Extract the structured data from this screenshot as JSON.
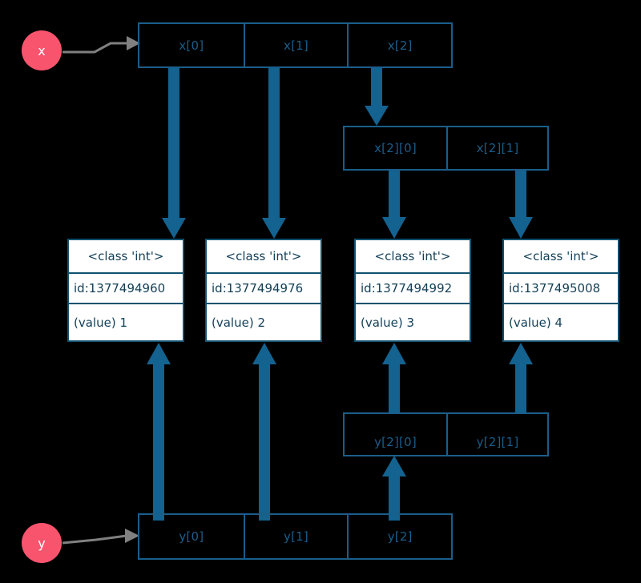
{
  "diagram": {
    "title": "python-object-reference-diagram",
    "colors": {
      "background": "#000000",
      "box_border": "#1a5e8a",
      "int_border": "#12526f",
      "int_fill": "#ffffff",
      "arrow_blue": "#14628f",
      "ref_node": "#f9546e",
      "ref_label": "#ffffff",
      "ref_arrow_gray": "#808080",
      "text_blue": "#1a5e8a"
    },
    "refs": [
      {
        "name": "ref-node-x",
        "label": "x"
      },
      {
        "name": "ref-node-y",
        "label": "y"
      }
    ],
    "x_array": {
      "name": "x-array",
      "cells": [
        "x[0]",
        "x[1]",
        "x[2]"
      ]
    },
    "x_sub_array": {
      "name": "x2-sub-array",
      "cells": [
        "x[2][0]",
        "x[2][1]"
      ]
    },
    "y_array": {
      "name": "y-array",
      "cells": [
        "y[0]",
        "y[1]",
        "y[2]"
      ]
    },
    "y_sub_array": {
      "name": "y2-sub-array",
      "cells": [
        "y[2][0]",
        "y[2][1]"
      ]
    },
    "int_objects": [
      {
        "type": "<class 'int'>",
        "id": "id:1377494960",
        "value": "(value) 1"
      },
      {
        "type": "<class 'int'>",
        "id": "id:1377494976",
        "value": "(value) 2"
      },
      {
        "type": "<class 'int'>",
        "id": "id:1377494992",
        "value": "(value) 3"
      },
      {
        "type": "<class 'int'>",
        "id": "id:1377495008",
        "value": "(value) 4"
      }
    ]
  }
}
